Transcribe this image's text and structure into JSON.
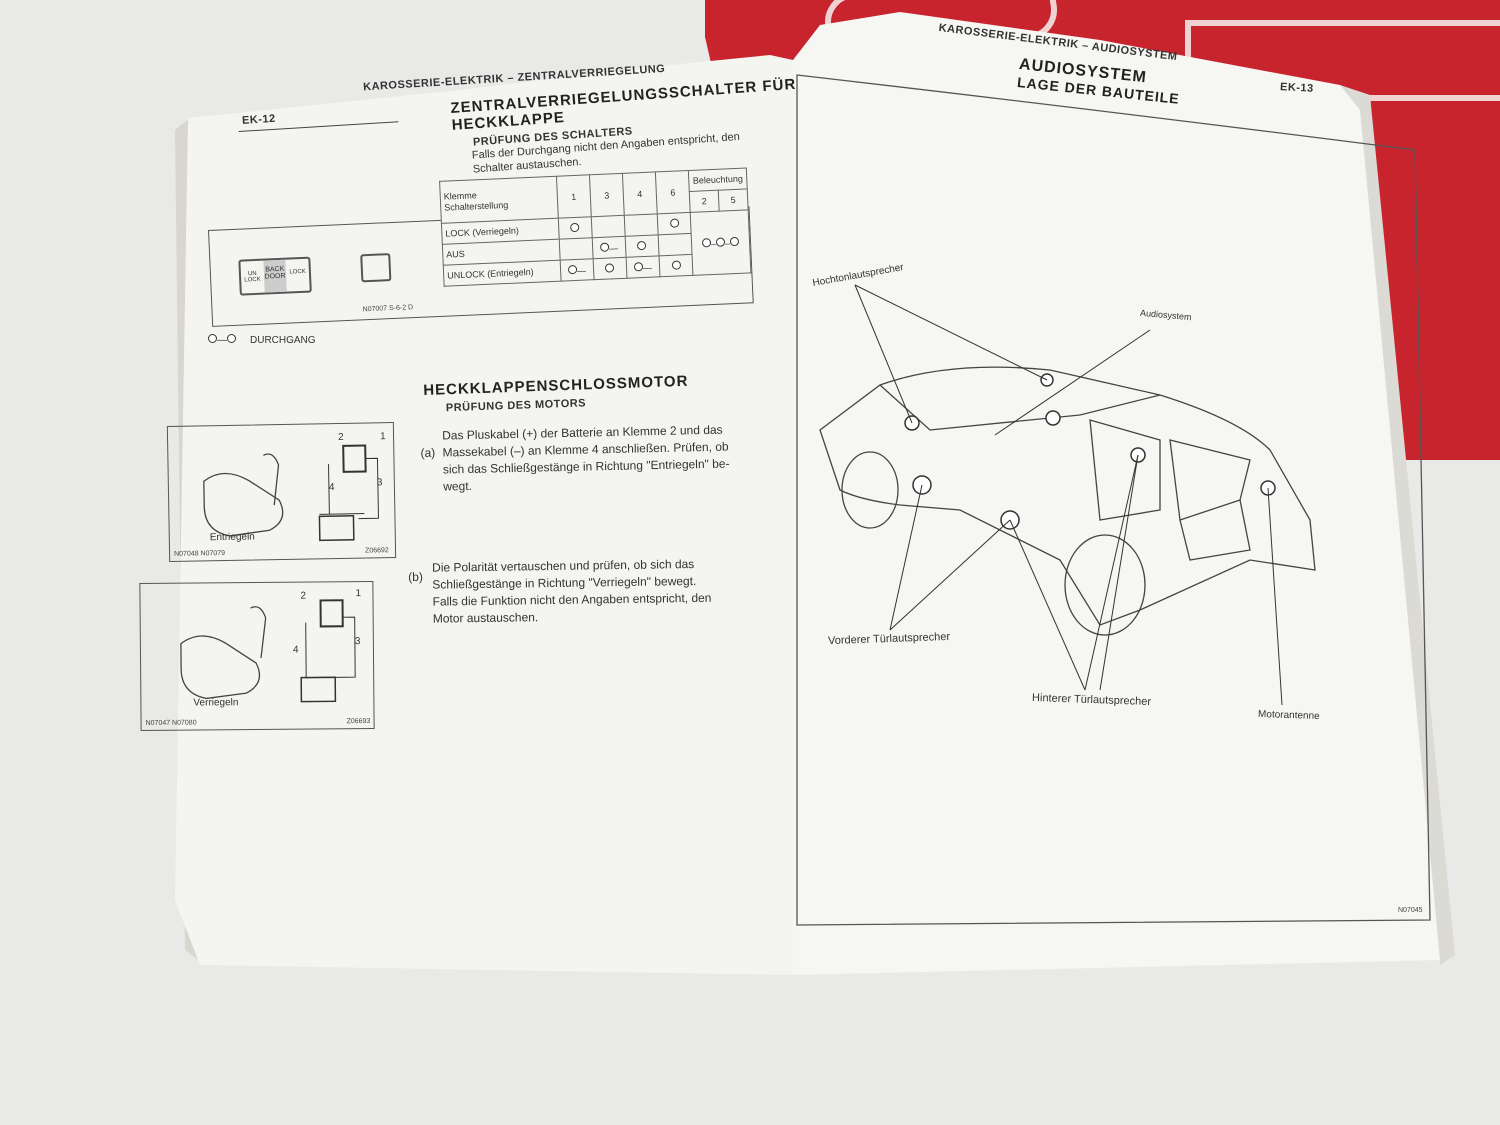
{
  "left_page": {
    "page_number": "EK-12",
    "running_header": "KAROSSERIE-ELEKTRIK – ZENTRALVERRIEGELUNG",
    "section1": {
      "title_line1": "ZENTRALVERRIEGELUNGSSCHALTER FÜR",
      "title_line2": "HECKKLAPPE",
      "subtitle": "PRÜFUNG DES SCHALTERS",
      "text_line1": "Falls der Durchgang nicht den Angaben entspricht, den",
      "text_line2": "Schalter austauschen.",
      "switch_labels": [
        "UN LOCK",
        "BACK DOOR",
        "LOCK"
      ],
      "figure_code": "N07007 S-6-2 D",
      "table": {
        "corner_top": "Klemme",
        "corner_bottom": "Schalterstellung",
        "columns": [
          "1",
          "3",
          "4",
          "6"
        ],
        "group_header": "Beleuchtung",
        "group_columns": [
          "2",
          "5"
        ],
        "rows": [
          "LOCK (Verriegeln)",
          "AUS",
          "UNLOCK (Entriegeln)"
        ]
      },
      "legend": "DURCHGANG"
    },
    "section2": {
      "title": "HECKKLAPPENSCHLOSSMOTOR",
      "subtitle": "PRÜFUNG DES MOTORS",
      "step_a_marker": "(a)",
      "step_a_lines": [
        "Das Pluskabel (+) der Batterie an Klemme 2 und das",
        "Massekabel (–) an Klemme 4 anschließen. Prüfen, ob",
        "sich das Schließgestänge in Richtung \"Entriegeln\" be-",
        "wegt."
      ],
      "step_b_marker": "(b)",
      "step_b_lines": [
        "Die Polarität vertauschen und prüfen, ob sich das",
        "Schließgestänge in Richtung \"Verriegeln\" bewegt.",
        "Falls die Funktion nicht den Angaben entspricht, den",
        "Motor austauschen."
      ],
      "figure1": {
        "label": "Entriegeln",
        "code_left": "N07048 N07079",
        "code_right": "Z06692",
        "terminals": [
          "2",
          "1",
          "4",
          "3"
        ]
      },
      "figure2": {
        "label": "Verriegeln",
        "code_left": "N07047 N07080",
        "code_right": "Z06693",
        "terminals": [
          "2",
          "1",
          "4",
          "3"
        ]
      }
    }
  },
  "right_page": {
    "page_number": "EK-13",
    "running_header": "KAROSSERIE-ELEKTRIK – AUDIOSYSTEM",
    "title": "AUDIOSYSTEM",
    "subtitle": "LAGE DER BAUTEILE",
    "callouts": {
      "tweeter": "Hochtonlautsprecher",
      "audio": "Audiosystem",
      "front_door": "Vorderer Türlautsprecher",
      "rear_door": "Hinterer Türlautsprecher",
      "antenna": "Motorantenne"
    },
    "figure_code": "N07045"
  },
  "colors": {
    "red_book": "#c8242e",
    "paper": "#f4f4f1",
    "ink": "#333333"
  }
}
